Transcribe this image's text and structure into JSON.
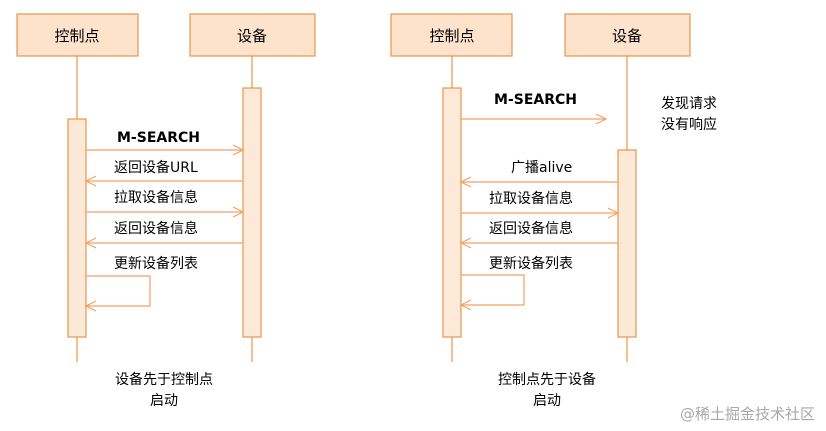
{
  "diagrams": [
    {
      "actors": [
        "控制点",
        "设备"
      ],
      "messages": [
        {
          "text": "M-SEARCH",
          "bold": true
        },
        {
          "text": "返回设备URL",
          "bold_suffix": "URL"
        },
        {
          "text": "拉取设备信息"
        },
        {
          "text": "返回设备信息"
        },
        {
          "text": "更新设备列表"
        }
      ],
      "caption": [
        "设备先于控制点",
        "启动"
      ]
    },
    {
      "actors": [
        "控制点",
        "设备"
      ],
      "messages": [
        {
          "text": "M-SEARCH",
          "bold": true
        },
        {
          "text": "广播alive",
          "bold_suffix": "alive"
        },
        {
          "text": "拉取设备信息"
        },
        {
          "text": "返回设备信息"
        },
        {
          "text": "更新设备列表"
        }
      ],
      "note": [
        "发现请求",
        "没有响应"
      ],
      "caption": [
        "控制点先于设备",
        "启动"
      ]
    }
  ],
  "watermark": "@稀土掘金技术社区",
  "colors": {
    "box_fill": "#fde3cc",
    "box_stroke": "#e8964e",
    "arrow": "#f2a065"
  }
}
